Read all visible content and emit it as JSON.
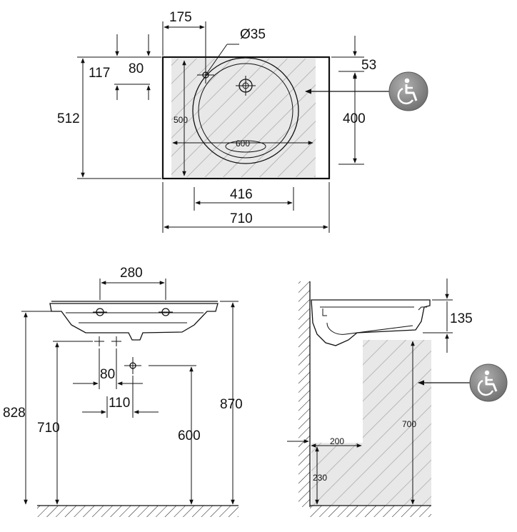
{
  "top_view": {
    "width_overall": "710",
    "inner_width": "416",
    "bowl_diameter": "600",
    "bowl_depth": "500",
    "height_overall": "512",
    "tap_offset_x": "175",
    "tap_hole_diameter": "Ø35",
    "tap_offset_y_inner": "80",
    "tap_offset_y_outer": "117",
    "edge_offset": "53",
    "access_zone_depth": "400"
  },
  "front_view": {
    "tap_spacing": "280",
    "drain_offset": "80",
    "drain_spacing": "110",
    "height_rim": "828",
    "height_drain": "710",
    "height_siphon": "600",
    "height_top": "870"
  },
  "side_view": {
    "basin_height": "135",
    "knee_depth": "200",
    "knee_clear_height": "700",
    "toe_height": "230"
  },
  "icons": {
    "accessibility_top": "wheelchair-icon",
    "accessibility_side": "wheelchair-icon"
  },
  "colors": {
    "line": "#111111",
    "hatch": "#bdbdbd",
    "hatch_bg": "#e6e6e6",
    "icon_bg": "#8a8a8a"
  }
}
